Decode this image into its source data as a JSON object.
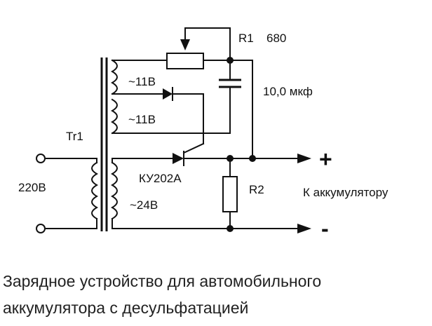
{
  "diagram": {
    "labels": {
      "r1": "R1",
      "r1_value": "680",
      "capacitor": "10,0 мкф",
      "transformer": "Tr1",
      "winding1": "~11В",
      "winding2": "~11В",
      "thyristor": "КУ202А",
      "winding3": "~24В",
      "mains": "220В",
      "r2": "R2",
      "output": "К аккумулятору",
      "plus": "+",
      "minus": "-"
    }
  },
  "caption": {
    "line1": "Зарядное устройство для автомобильного",
    "line2": "аккумулятора с десульфатацией"
  }
}
